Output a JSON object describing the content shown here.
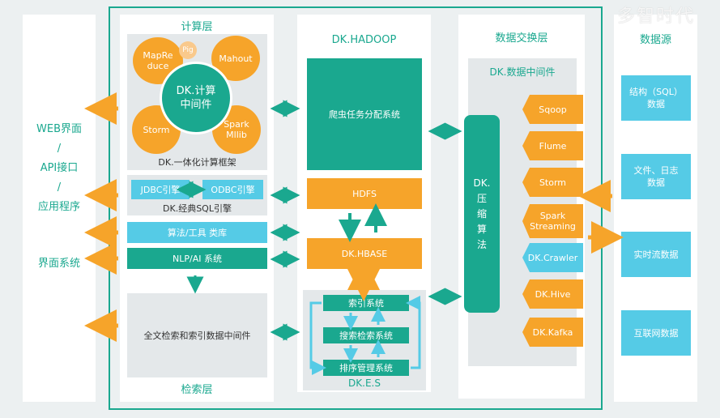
{
  "watermark": "多智时代",
  "left": {
    "web_line1": "WEB界面",
    "slash1": "/",
    "api": "API接口",
    "slash2": "/",
    "app": "应用程序",
    "ui_system": "界面系统"
  },
  "compute": {
    "title": "计算层",
    "center": "DK.计算\n中间件",
    "mapreduce": "MapRe\nduce",
    "pig": "Pig",
    "mahout": "Mahout",
    "storm": "Storm",
    "spark": "Spark\nMllib",
    "framework": "DK.一体化计算框架",
    "jdbc": "JDBC引擎",
    "odbc": "ODBC引擎",
    "sql": "DK.经典SQL引擎",
    "algo": "算法/工具 类库",
    "nlp": "NLP/AI  系统"
  },
  "search": {
    "middleware": "全文检索和索引数据中间件",
    "title": "检索层"
  },
  "hadoop": {
    "title": "DK.HADOOP",
    "crawler": "爬虫任务分配系统",
    "hdfs": "HDFS",
    "hbase": "DK.HBASE",
    "index": "索引系统",
    "query": "搜索检索系统",
    "sort": "排序管理系统",
    "es": "DK.E.S"
  },
  "exchange": {
    "title": "数据交换层",
    "middleware": "DK.数据中间件",
    "compress": "DK.\n压\n缩\n算\n法",
    "items": [
      "Sqoop",
      "Flume",
      "Storm",
      "Spark\nStreaming",
      "DK.Crawler",
      "DK.Hive",
      "DK.Kafka"
    ]
  },
  "sources": {
    "title": "数据源",
    "items": [
      "结构（SQL）\n数据",
      "文件、日志\n数据",
      "实时流数据",
      "互联网数据"
    ]
  },
  "colors": {
    "teal": "#1aa88f",
    "orange": "#f6a42a",
    "cyan": "#55cbe6"
  }
}
